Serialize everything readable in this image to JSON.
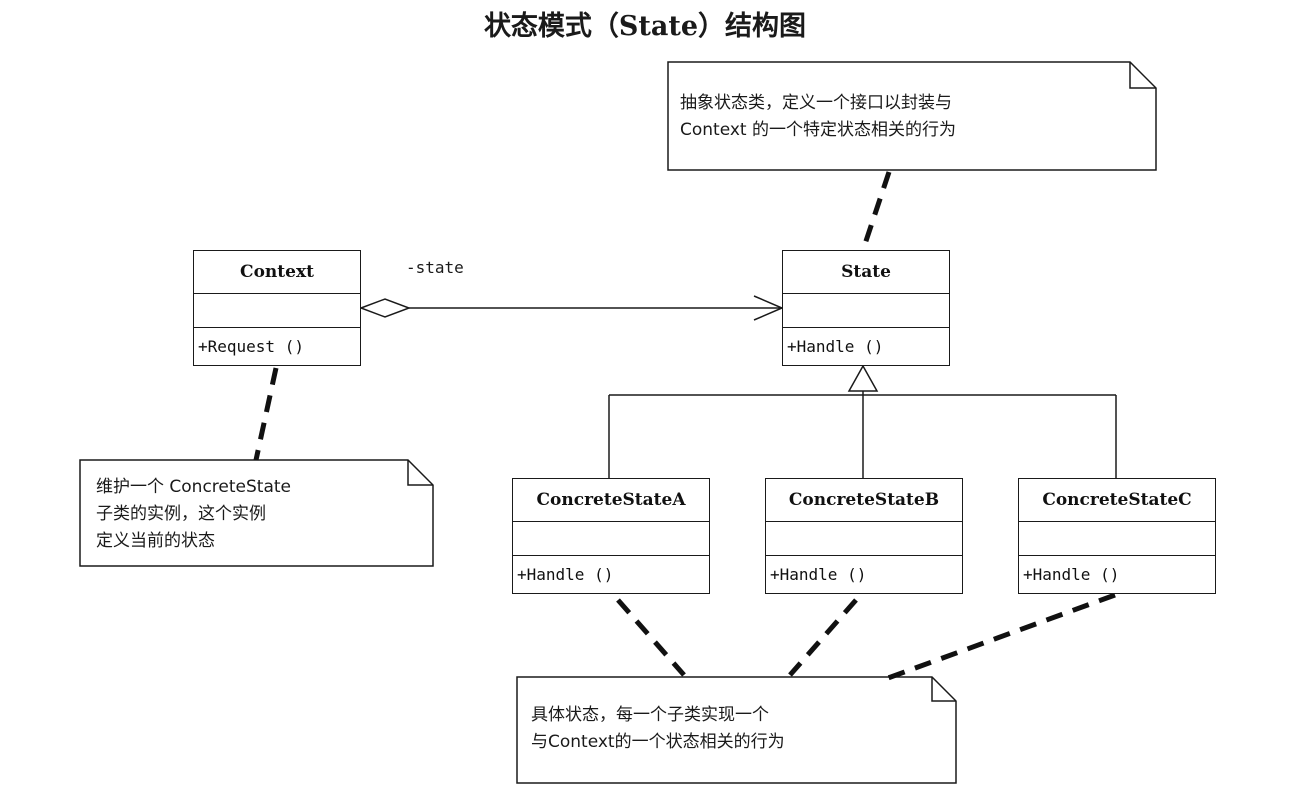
{
  "title": "状态模式（State）结构图",
  "classes": {
    "context": {
      "name": "Context",
      "operation": "+Request ()"
    },
    "state": {
      "name": "State",
      "operation": "+Handle ()"
    },
    "concrete_a": {
      "name": "ConcreteStateA",
      "operation": "+Handle ()"
    },
    "concrete_b": {
      "name": "ConcreteStateB",
      "operation": "+Handle ()"
    },
    "concrete_c": {
      "name": "ConcreteStateC",
      "operation": "+Handle ()"
    }
  },
  "association": {
    "role": "-state"
  },
  "notes": {
    "state_note": "抽象状态类，定义一个接口以封装与\nContext 的一个特定状态相关的行为",
    "context_note": "维护一个 ConcreteState\n子类的实例，这个实例\n定义当前的状态",
    "concrete_note": "具体状态，每一个子类实现一个\n与Context的一个状态相关的行为"
  }
}
